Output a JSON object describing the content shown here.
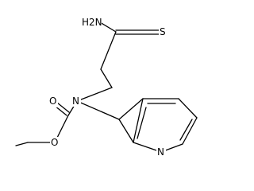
{
  "molecule": {
    "atoms": {
      "amine": "H2N",
      "thione_s": "S",
      "carbamate_n": "N",
      "carbonyl_o": "O",
      "ester_o": "O",
      "pyridine_n": "N"
    }
  }
}
